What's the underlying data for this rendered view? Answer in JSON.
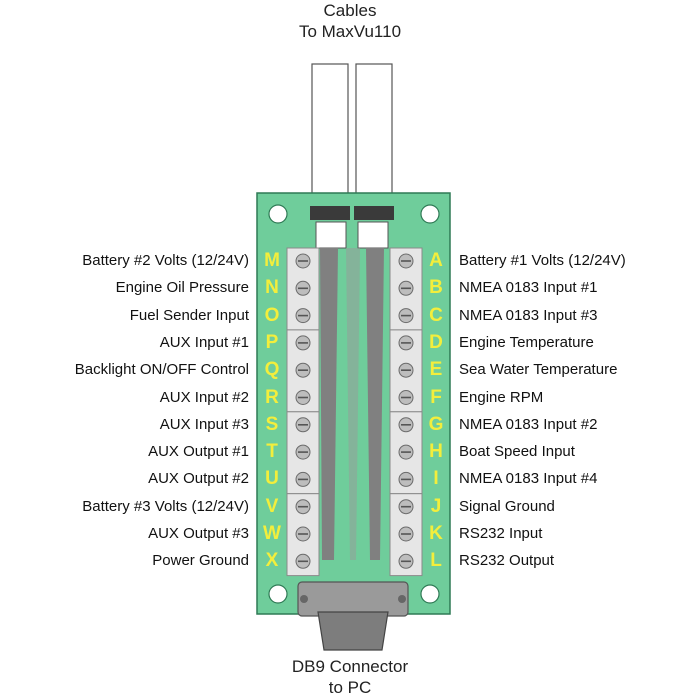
{
  "top_caption": [
    "Cables",
    "To MaxVu110"
  ],
  "bottom_caption": [
    "DB9 Connector",
    "to PC"
  ],
  "left_pins": [
    {
      "letter": "M",
      "label": "Battery #2 Volts (12/24V)"
    },
    {
      "letter": "N",
      "label": "Engine Oil Pressure"
    },
    {
      "letter": "O",
      "label": "Fuel Sender Input"
    },
    {
      "letter": "P",
      "label": "AUX Input #1"
    },
    {
      "letter": "Q",
      "label": "Backlight ON/OFF Control"
    },
    {
      "letter": "R",
      "label": "AUX Input #2"
    },
    {
      "letter": "S",
      "label": "AUX Input #3"
    },
    {
      "letter": "T",
      "label": "AUX Output #1"
    },
    {
      "letter": "U",
      "label": "AUX Output #2"
    },
    {
      "letter": "V",
      "label": "Battery #3 Volts (12/24V)"
    },
    {
      "letter": "W",
      "label": "AUX Output #3"
    },
    {
      "letter": "X",
      "label": "Power Ground"
    }
  ],
  "right_pins": [
    {
      "letter": "A",
      "label": "Battery #1 Volts (12/24V)"
    },
    {
      "letter": "B",
      "label": "NMEA 0183 Input #1"
    },
    {
      "letter": "C",
      "label": "NMEA 0183 Input #3"
    },
    {
      "letter": "D",
      "label": "Engine Temperature"
    },
    {
      "letter": "E",
      "label": "Sea Water Temperature"
    },
    {
      "letter": "F",
      "label": "Engine RPM"
    },
    {
      "letter": "G",
      "label": "NMEA 0183 Input #2"
    },
    {
      "letter": "H",
      "label": "Boat Speed Input"
    },
    {
      "letter": "I",
      "label": "NMEA 0183 Input #4"
    },
    {
      "letter": "J",
      "label": "Signal Ground"
    },
    {
      "letter": "K",
      "label": "RS232 Input"
    },
    {
      "letter": "L",
      "label": "RS232 Output"
    }
  ],
  "colors": {
    "board": "#6fcd9b",
    "board_edge": "#2f7a55",
    "letters": "#f3ee3c",
    "terminal_block": "#e6e6e6",
    "screw": "#bdbdbd",
    "trace": "#808080",
    "connector": "#8c8c8c"
  }
}
